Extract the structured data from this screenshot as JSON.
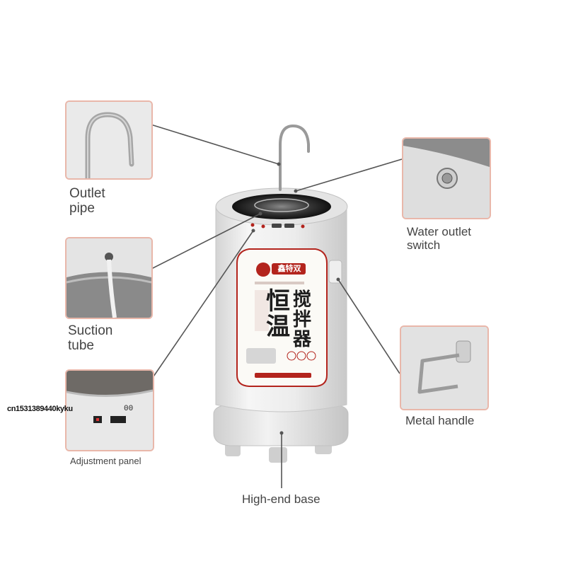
{
  "callouts": [
    {
      "id": "outlet-pipe",
      "label_line1": "Outlet",
      "label_line2": "pipe"
    },
    {
      "id": "water-outlet-switch",
      "label_line1": "Water outlet",
      "label_line2": "switch"
    },
    {
      "id": "suction-tube",
      "label_line1": "Suction",
      "label_line2": "tube"
    },
    {
      "id": "metal-handle",
      "label": "Metal handle"
    },
    {
      "id": "adjustment-panel",
      "label": "Adjustment panel",
      "display_digits": "00"
    },
    {
      "id": "high-end-base",
      "label": "High-end base"
    }
  ],
  "product_label": {
    "brand": "鑫特双",
    "main_chars_left": "恒温",
    "main_chars_right": "搅拌器"
  },
  "watermark": "cn1531389440kyku",
  "colors": {
    "box_border": "#e9b7aa",
    "body": "#ececec",
    "label_red": "#b3241d",
    "text": "#444444"
  }
}
